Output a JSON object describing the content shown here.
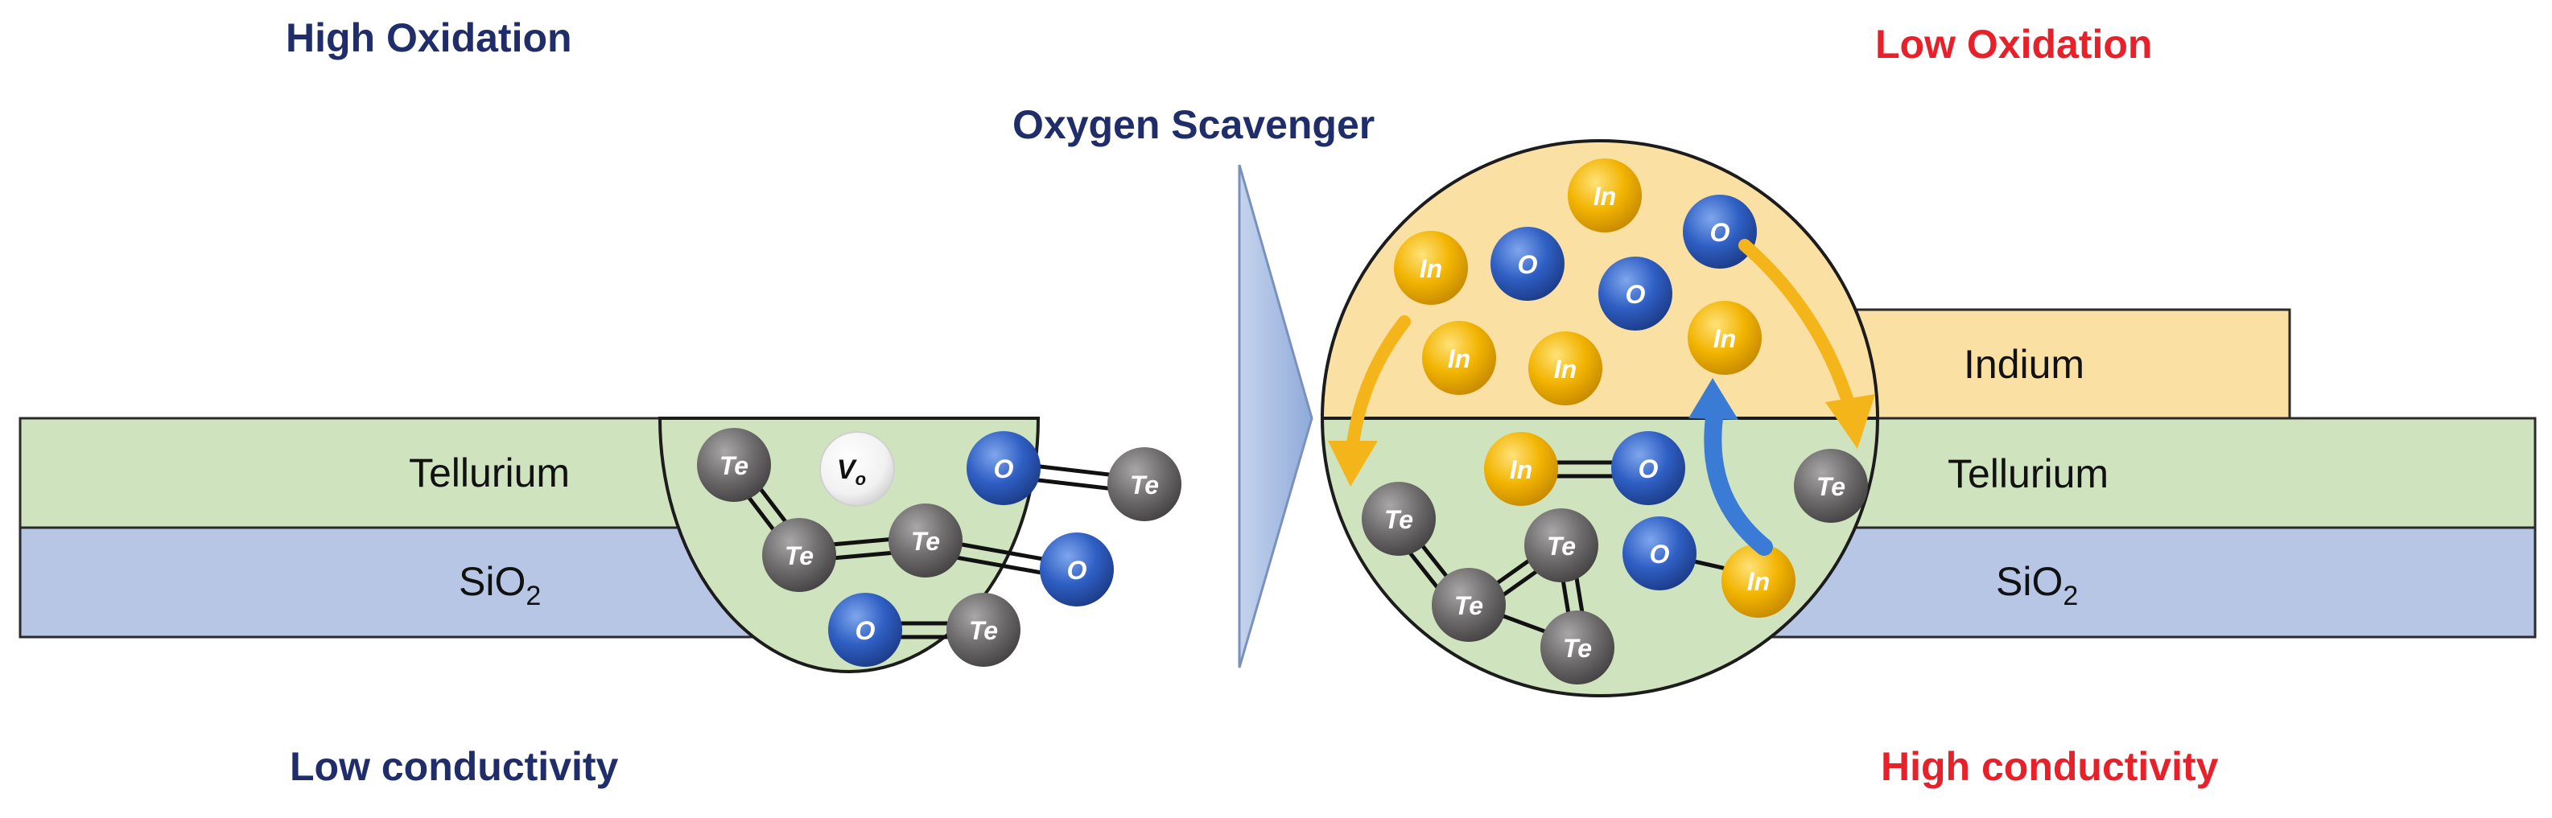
{
  "headings": {
    "high_oxidation": "High Oxidation",
    "low_oxidation": "Low Oxidation",
    "oxygen_scavenger": "Oxygen Scavenger",
    "low_conductivity": "Low conductivity",
    "high_conductivity": "High conductivity"
  },
  "layers": {
    "tellurium_left": "Tellurium",
    "sio2_left_main": "SiO",
    "sio2_left_sub": "2",
    "tellurium_right": "Tellurium",
    "sio2_right_main": "SiO",
    "sio2_right_sub": "2",
    "indium": "Indium"
  },
  "atoms": {
    "te": "Te",
    "o": "O",
    "in": "In",
    "vacancy_main": "V",
    "vacancy_sub": "o"
  },
  "colors": {
    "heading_navy": "#1f2d6b",
    "heading_red": "#e8202a",
    "tellurium_fill": "#cfe3bf",
    "sio2_fill": "#b6c6e4",
    "indium_fill": "#fbe0a4",
    "te_atom": "#6c6a6b",
    "o_atom": "#2f5fc4",
    "in_atom": "#f2b400",
    "arrow_yellow": "#f4b51a",
    "arrow_blue": "#3a7bd5"
  }
}
